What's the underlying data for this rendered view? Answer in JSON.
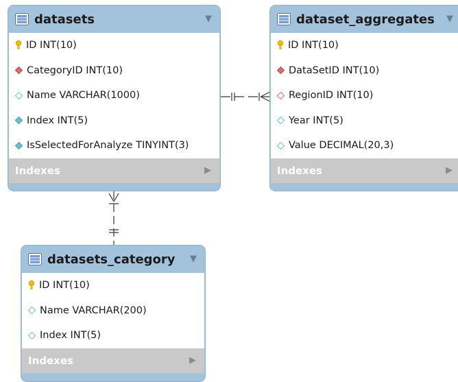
{
  "tables": {
    "datasets": {
      "title": "datasets",
      "columns": [
        {
          "key": "pk",
          "label": "ID INT(10)"
        },
        {
          "key": "fk",
          "label": "CategoryID INT(10)"
        },
        {
          "key": "col",
          "label": "Name VARCHAR(1000)"
        },
        {
          "key": "col-filled",
          "label": "Index INT(5)"
        },
        {
          "key": "col-filled",
          "label": "IsSelectedForAnalyze TINYINT(3)"
        }
      ],
      "indexes_label": "Indexes"
    },
    "dataset_aggregates": {
      "title": "dataset_aggregates",
      "columns": [
        {
          "key": "pk",
          "label": "ID INT(10)"
        },
        {
          "key": "fk",
          "label": "DataSetID INT(10)"
        },
        {
          "key": "fk-hollow",
          "label": "RegionID INT(10)"
        },
        {
          "key": "col",
          "label": "Year INT(5)"
        },
        {
          "key": "col",
          "label": "Value DECIMAL(20,3)"
        }
      ],
      "indexes_label": "Indexes"
    },
    "datasets_category": {
      "title": "datasets_category",
      "columns": [
        {
          "key": "pk",
          "label": "ID INT(10)"
        },
        {
          "key": "col",
          "label": "Name VARCHAR(200)"
        },
        {
          "key": "col",
          "label": "Index INT(5)"
        }
      ],
      "indexes_label": "Indexes"
    }
  },
  "colors": {
    "header": "#a3c3dd",
    "indexes_bar": "#c9c9c9",
    "pk_key": "#f2c400",
    "fk_diamond": "#d9706b",
    "col_diamond": "#6bc3d0"
  }
}
